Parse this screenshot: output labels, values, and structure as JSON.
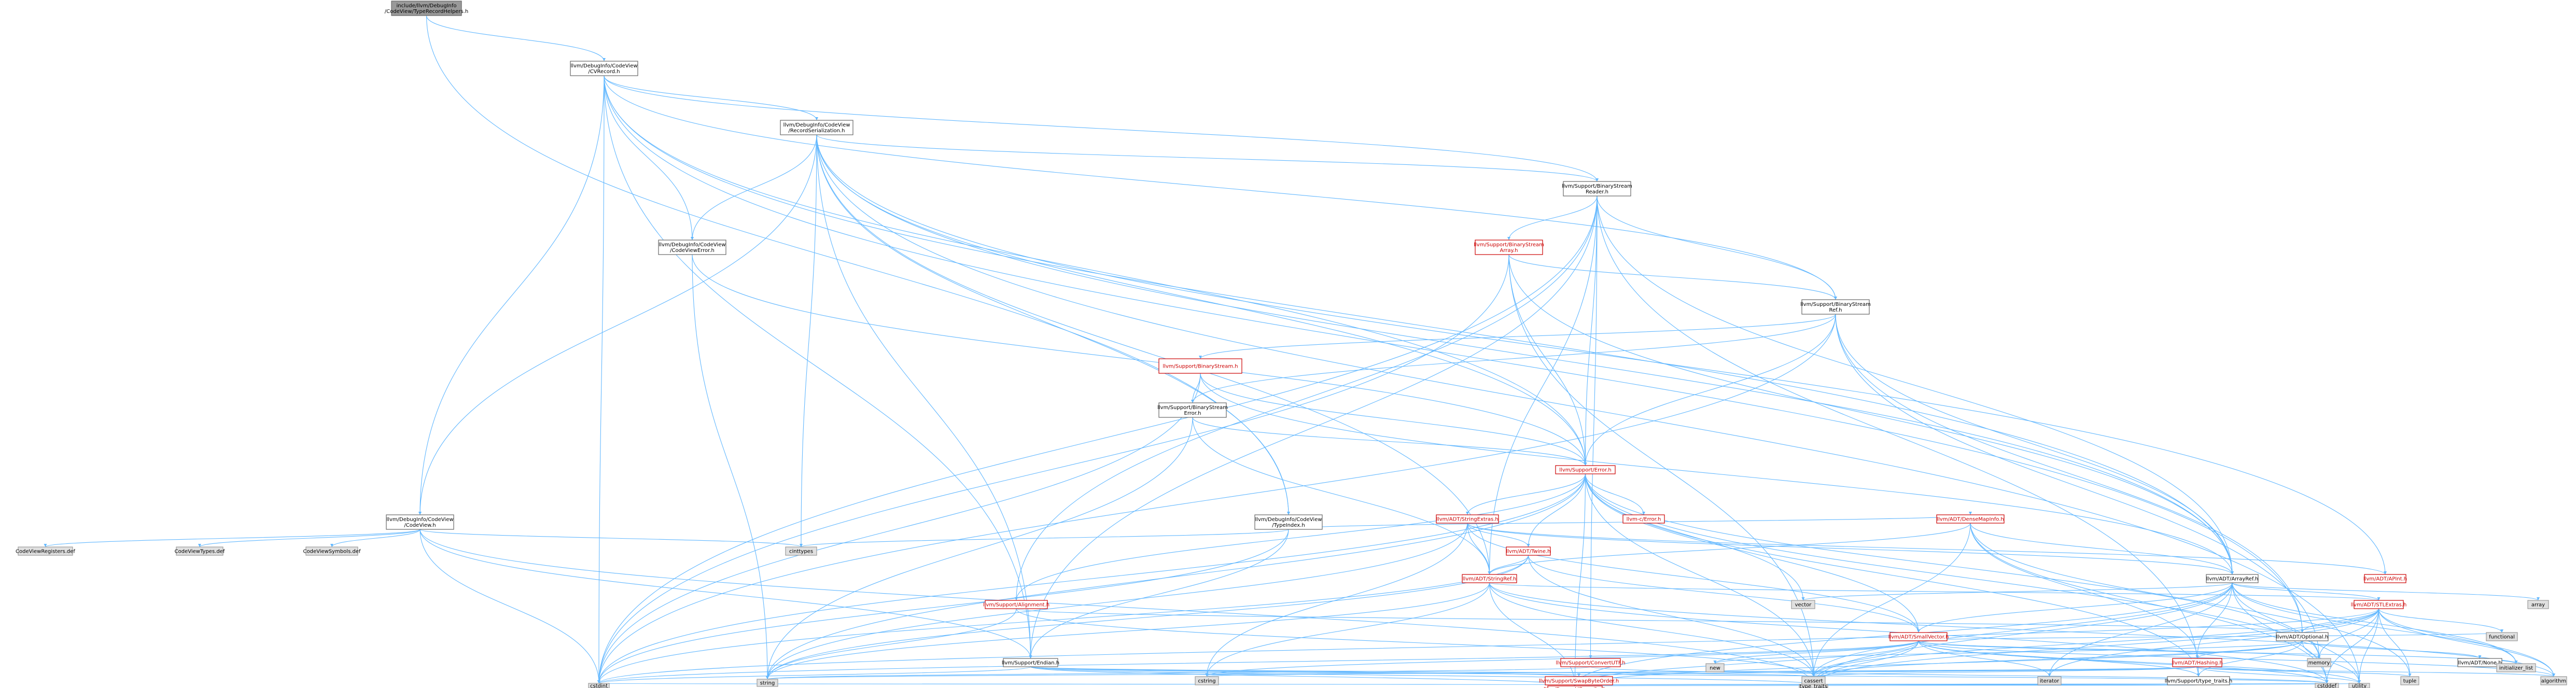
{
  "colors": {
    "root_fill": "#999999",
    "node_fill": "#ffffff",
    "node_stroke": "#666666",
    "node_text": "#000000",
    "link_node_text": "#cc0000",
    "link_node_stroke": "#cc0000",
    "external_fill": "#e0e0e0",
    "external_stroke": "#999999",
    "edge_blue": "#63b8ff",
    "edge_dark": "#6a7d96"
  },
  "nodes": [
    {
      "id": "root",
      "lines": [
        "include/llvm/DebugInfo",
        "/CodeView/TypeRecordHelpers.h"
      ],
      "kind": "root"
    },
    {
      "id": "cvrecord",
      "lines": [
        "llvm/DebugInfo/CodeView",
        "/CVRecord.h"
      ],
      "kind": "normal"
    },
    {
      "id": "recser",
      "lines": [
        "llvm/DebugInfo/CodeView",
        "/RecordSerialization.h"
      ],
      "kind": "normal"
    },
    {
      "id": "bsreader",
      "lines": [
        "llvm/Support/BinaryStream",
        "Reader.h"
      ],
      "kind": "normal"
    },
    {
      "id": "cverror",
      "lines": [
        "llvm/DebugInfo/CodeView",
        "/CodeViewError.h"
      ],
      "kind": "normal"
    },
    {
      "id": "bsarray",
      "lines": [
        "llvm/Support/BinaryStream",
        "Array.h"
      ],
      "kind": "red"
    },
    {
      "id": "bsref",
      "lines": [
        "llvm/Support/BinaryStream",
        "Ref.h"
      ],
      "kind": "normal"
    },
    {
      "id": "bstream",
      "lines": [
        "llvm/Support/BinaryStream.h"
      ],
      "kind": "red"
    },
    {
      "id": "bserror",
      "lines": [
        "llvm/Support/BinaryStream",
        "Error.h"
      ],
      "kind": "normal"
    },
    {
      "id": "error",
      "lines": [
        "llvm/Support/Error.h"
      ],
      "kind": "red"
    },
    {
      "id": "codeview",
      "lines": [
        "llvm/DebugInfo/CodeView",
        "/CodeView.h"
      ],
      "kind": "normal"
    },
    {
      "id": "typeindex",
      "lines": [
        "llvm/DebugInfo/CodeView",
        "/TypeIndex.h"
      ],
      "kind": "normal"
    },
    {
      "id": "cerror",
      "lines": [
        "llvm-c/Error.h"
      ],
      "kind": "red"
    },
    {
      "id": "stringextras",
      "lines": [
        "llvm/ADT/StringExtras.h"
      ],
      "kind": "red"
    },
    {
      "id": "densemapinfo",
      "lines": [
        "llvm/ADT/DenseMapInfo.h"
      ],
      "kind": "red"
    },
    {
      "id": "twine",
      "lines": [
        "llvm/ADT/Twine.h"
      ],
      "kind": "red"
    },
    {
      "id": "stringref",
      "lines": [
        "llvm/ADT/StringRef.h"
      ],
      "kind": "red"
    },
    {
      "id": "alignment",
      "lines": [
        "llvm/Support/Alignment.h"
      ],
      "kind": "red"
    },
    {
      "id": "arrayref",
      "lines": [
        "llvm/ADT/ArrayRef.h"
      ],
      "kind": "normal"
    },
    {
      "id": "apint",
      "lines": [
        "llvm/ADT/APInt.h"
      ],
      "kind": "red"
    },
    {
      "id": "stlextras",
      "lines": [
        "llvm/ADT/STLExtras.h"
      ],
      "kind": "red"
    },
    {
      "id": "smallvector",
      "lines": [
        "llvm/ADT/SmallVector.h"
      ],
      "kind": "red"
    },
    {
      "id": "optional",
      "lines": [
        "llvm/ADT/Optional.h"
      ],
      "kind": "normal"
    },
    {
      "id": "convertutf",
      "lines": [
        "llvm/Support/ConvertUTF.h"
      ],
      "kind": "red"
    },
    {
      "id": "endian",
      "lines": [
        "llvm/Support/Endian.h"
      ],
      "kind": "normal"
    },
    {
      "id": "hashing",
      "lines": [
        "llvm/ADT/Hashing.h"
      ],
      "kind": "red"
    },
    {
      "id": "adtnone",
      "lines": [
        "llvm/ADT/None.h"
      ],
      "kind": "normal"
    },
    {
      "id": "typetraits",
      "lines": [
        "llvm/Support/type_traits.h"
      ],
      "kind": "normal"
    },
    {
      "id": "swapbyteorder",
      "lines": [
        "llvm/Support/SwapByteOrder.h"
      ],
      "kind": "red"
    },
    {
      "id": "compiler",
      "lines": [
        "llvm/Support/Compiler.h"
      ],
      "kind": "red"
    },
    {
      "id": "cvregisters",
      "lines": [
        "CodeViewRegisters.def"
      ],
      "kind": "ext"
    },
    {
      "id": "cvtypes",
      "lines": [
        "CodeViewTypes.def"
      ],
      "kind": "ext"
    },
    {
      "id": "cvsymbols",
      "lines": [
        "CodeViewSymbols.def"
      ],
      "kind": "ext"
    },
    {
      "id": "cinttypes",
      "lines": [
        "cinttypes"
      ],
      "kind": "ext"
    },
    {
      "id": "vector",
      "lines": [
        "vector"
      ],
      "kind": "ext"
    },
    {
      "id": "array",
      "lines": [
        "array"
      ],
      "kind": "ext"
    },
    {
      "id": "functional",
      "lines": [
        "functional"
      ],
      "kind": "ext"
    },
    {
      "id": "memory",
      "lines": [
        "memory"
      ],
      "kind": "ext"
    },
    {
      "id": "initlist",
      "lines": [
        "initializer_list"
      ],
      "kind": "ext"
    },
    {
      "id": "tuple",
      "lines": [
        "tuple"
      ],
      "kind": "ext"
    },
    {
      "id": "algorithm",
      "lines": [
        "algorithm"
      ],
      "kind": "ext"
    },
    {
      "id": "iterator",
      "lines": [
        "iterator"
      ],
      "kind": "ext"
    },
    {
      "id": "new",
      "lines": [
        "new"
      ],
      "kind": "ext"
    },
    {
      "id": "string",
      "lines": [
        "string"
      ],
      "kind": "ext"
    },
    {
      "id": "cstring",
      "lines": [
        "cstring"
      ],
      "kind": "ext"
    },
    {
      "id": "cassert",
      "lines": [
        "cassert"
      ],
      "kind": "ext"
    },
    {
      "id": "typetraits_std",
      "lines": [
        "type_traits"
      ],
      "kind": "ext"
    },
    {
      "id": "cstddef",
      "lines": [
        "cstddef"
      ],
      "kind": "ext"
    },
    {
      "id": "utility",
      "lines": [
        "utility"
      ],
      "kind": "ext"
    },
    {
      "id": "cstdint",
      "lines": [
        "cstdint"
      ],
      "kind": "ext"
    }
  ]
}
